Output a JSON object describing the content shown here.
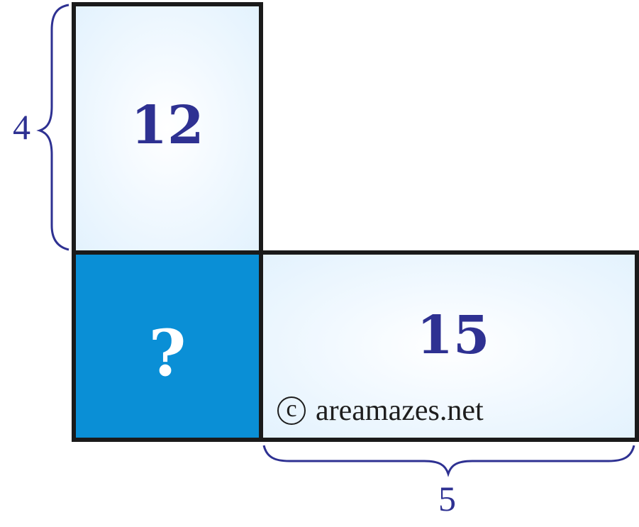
{
  "puzzle": {
    "cells": [
      {
        "id": "top-left",
        "area": "12"
      },
      {
        "id": "bottom-left",
        "area": "?"
      },
      {
        "id": "bottom-right",
        "area": "15"
      }
    ],
    "dimensions": {
      "left_height": "4",
      "bottom_width": "5"
    }
  },
  "watermark": {
    "symbol": "c",
    "text": "areamazes.net"
  },
  "colors": {
    "text_primary": "#2e3192",
    "unknown_fill": "#0a8fd6",
    "outline": "#1a1a1a",
    "light_fill": "#e3f2fd"
  }
}
